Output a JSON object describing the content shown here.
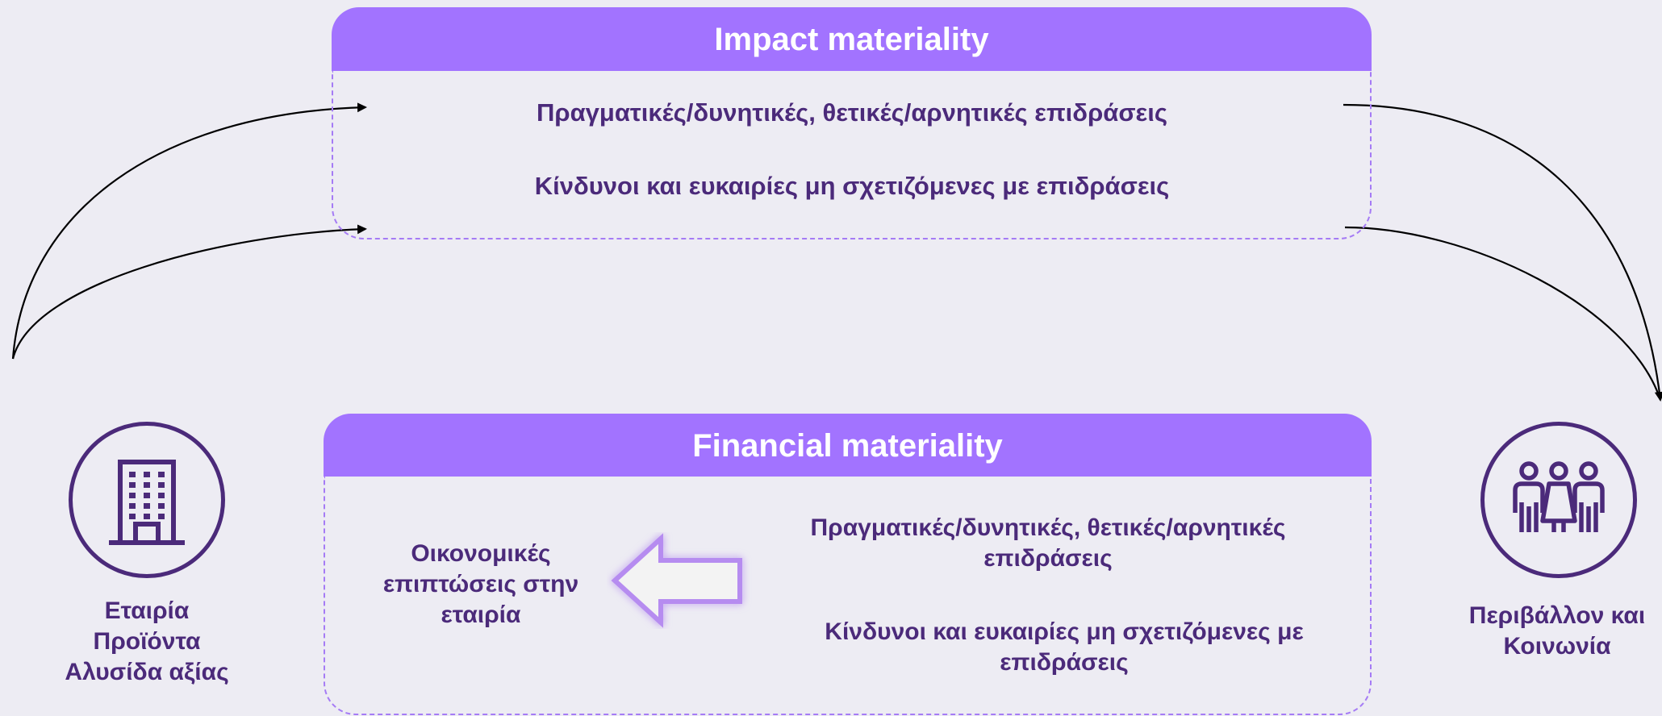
{
  "impact": {
    "title": "Impact materiality",
    "item1": "Πραγματικές/δυνητικές, θετικές/αρνητικές επιδράσεις",
    "item2": "Κίνδυνοι και ευκαιρίες μη σχετιζόμενες με επιδράσεις"
  },
  "financial": {
    "title": "Financial materiality",
    "item1": "Πραγματικές/δυνητικές, θετικές/αρνητικές επιδράσεις",
    "item2": "Κίνδυνοι και ευκαιρίες μη σχετιζόμενες με επιδράσεις",
    "outcome": "Οικονομικές επιπτώσεις στην εταιρία"
  },
  "company": {
    "icon": "building-icon",
    "lines": [
      "Εταιρία",
      "Προϊόντα",
      "Αλυσίδα αξίας"
    ]
  },
  "society": {
    "icon": "people-group-icon",
    "lines": [
      "Περιβάλλον και",
      "Κοινωνία"
    ]
  },
  "colors": {
    "header": "#a273ff",
    "dashed_border": "#a57bf5",
    "text": "#4b2a7a",
    "background": "#edecf3"
  }
}
